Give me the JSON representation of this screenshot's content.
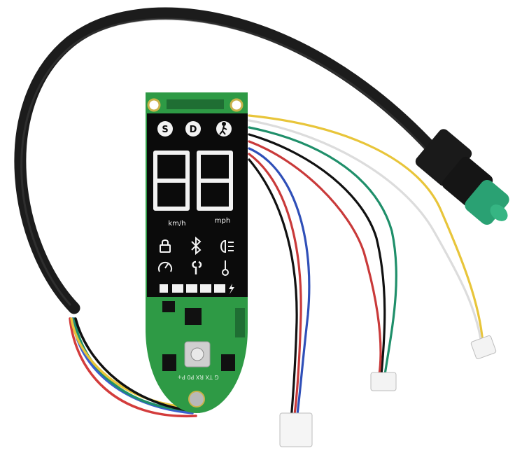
{
  "display": {
    "mode_icons": [
      "S",
      "D"
    ],
    "speed_digits": "88",
    "unit_kmh": "km/h",
    "unit_mph": "mph",
    "battery_segments": 5
  },
  "pcb": {
    "pin_labels": "G TX RX P0 P+"
  },
  "colors": {
    "cable": "#1a1a1a",
    "pcb_green": "#2e9a45",
    "display_black": "#0b0b0b",
    "segment_white": "#f2f2f2",
    "connector_teal": "#2aa173",
    "wire_yellow": "#e8c53a",
    "wire_white": "#e9e9e9",
    "wire_green": "#1f8f6a",
    "wire_red": "#c93a3a",
    "wire_blue": "#2f4fb8",
    "wire_black": "#111111"
  }
}
